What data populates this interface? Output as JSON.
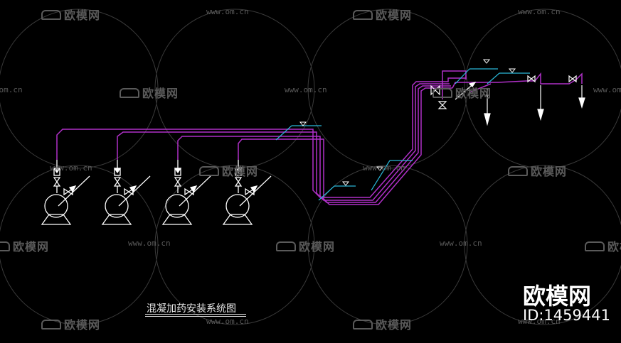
{
  "drawing": {
    "title": "混凝加药安装系统图",
    "colors": {
      "background": "#000000",
      "pipe": "#b030c8",
      "equipment": "#ffffff",
      "level": "#29b6d6",
      "watermark": "#5a5a5a"
    },
    "pump_count": 4
  },
  "watermark": {
    "brand": "欧模网",
    "url": "www.om.cn",
    "site_logo": "欧模网",
    "site_id": "ID:1459441"
  }
}
